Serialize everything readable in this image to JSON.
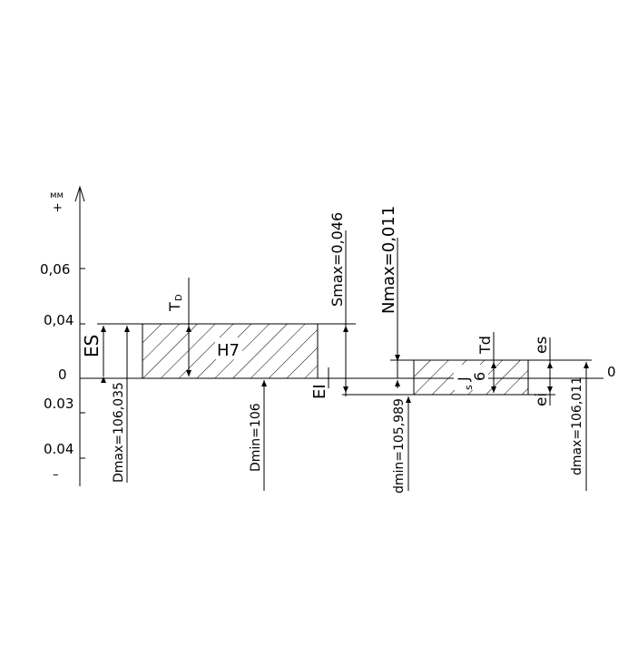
{
  "axis": {
    "unit": "мм",
    "plus": "+",
    "minus": "–",
    "ticks": [
      "0,06",
      "0,04",
      "0",
      "0.03",
      "0.04"
    ],
    "zero_right": "0"
  },
  "hole": {
    "field": "H7",
    "tolerance_label": "T",
    "tolerance_sub": "D",
    "upper_dev": "ES",
    "lower_dev": "EI",
    "dmax": "Dmax=106,035",
    "dmin": "Dmin=106"
  },
  "shaft": {
    "field": "J",
    "field_sub": "s",
    "field_grade": "6",
    "tolerance_label": "Td",
    "upper_dev": "es",
    "lower_dev": "ei",
    "dmin": "dmin=105,989",
    "dmax": "dmax=106,011"
  },
  "fit": {
    "smax": "Smax=0,046",
    "nmax": "Nmax=0,011"
  }
}
